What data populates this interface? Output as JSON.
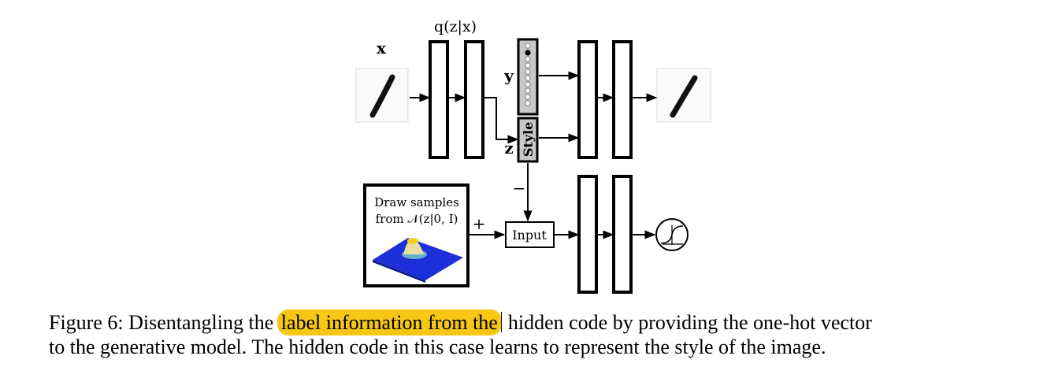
{
  "figure": {
    "label_x": "x",
    "encoder_label": "q(z|x)",
    "label_y": "y",
    "label_z": "z",
    "style_box": "Style",
    "minus_sign": "−",
    "plus_sign": "+",
    "input_box": "Input",
    "sample_box": {
      "line1": "Draw samples",
      "line2": "from 𝒩(z|0, I)"
    },
    "colors": {
      "cell_fill": "#c8c8c8",
      "surface_blue": "#1d2fd8",
      "peak_yellow": "#f0d020",
      "highlight": "#f6c714"
    },
    "icons": [
      "input-digit-image",
      "output-digit-image",
      "gaussian-surface-icon",
      "sigmoid-icon"
    ]
  },
  "caption": {
    "before_highlight": "Figure 6: Disentangling the ",
    "highlight": "label information from the",
    "after_highlight": " hidden code by providing the one-hot vector",
    "line2": "to the generative model. The hidden code in this case learns to represent the style of the image."
  }
}
